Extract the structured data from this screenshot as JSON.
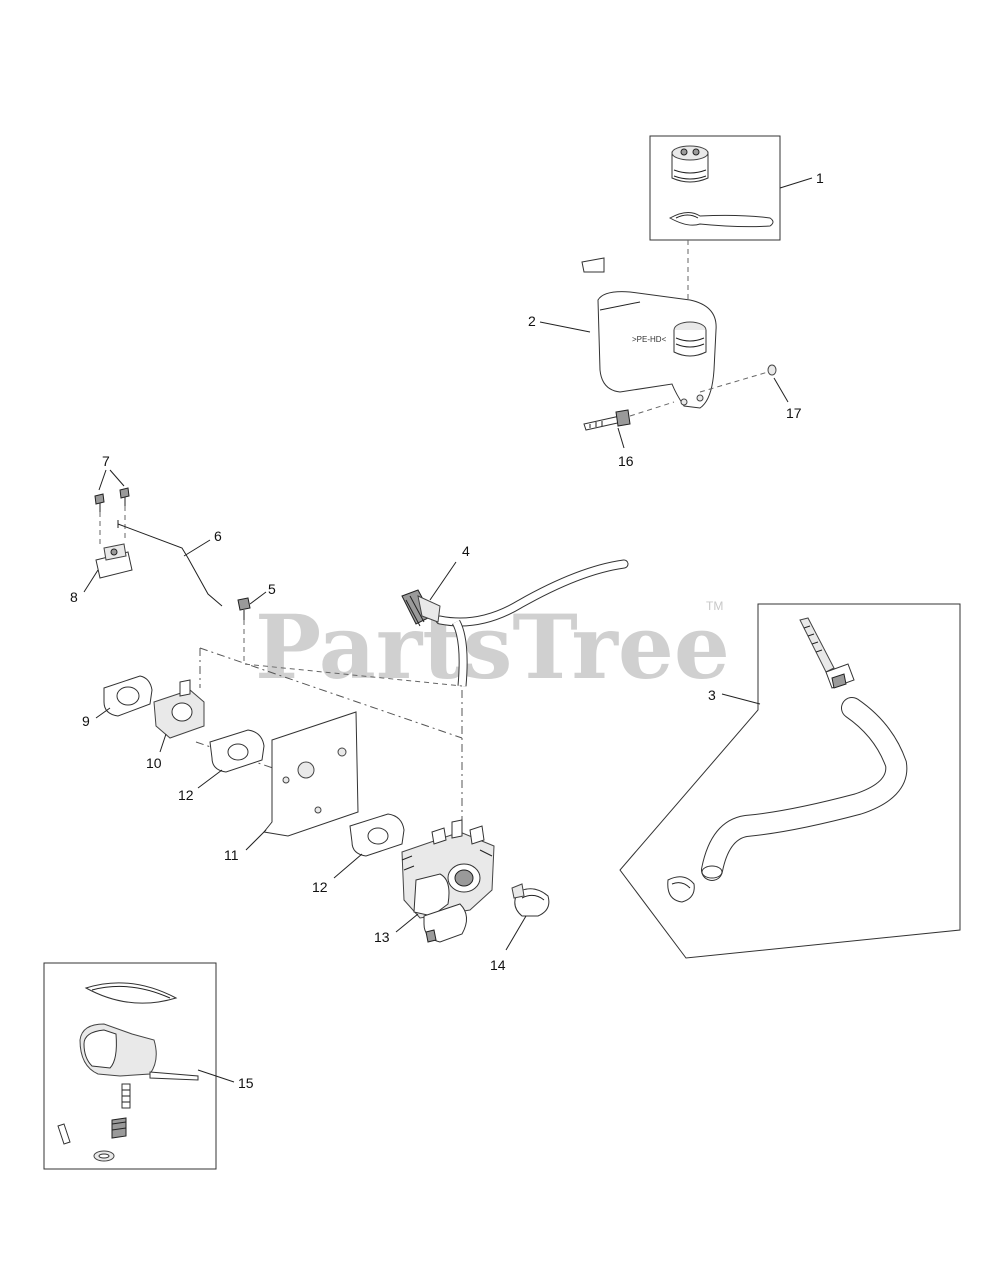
{
  "watermark": {
    "text": "PartsTree",
    "trademark": "TM"
  },
  "callouts": {
    "c1": "1",
    "c2": "2",
    "c3": "3",
    "c4": "4",
    "c5": "5",
    "c6": "6",
    "c7": "7",
    "c8": "8",
    "c9": "9",
    "c10": "10",
    "c11": "11",
    "c12a": "12",
    "c12b": "12",
    "c13": "13",
    "c14": "14",
    "c15": "15",
    "c16": "16",
    "c17": "17"
  },
  "tank_marking": ">PE-HD<"
}
